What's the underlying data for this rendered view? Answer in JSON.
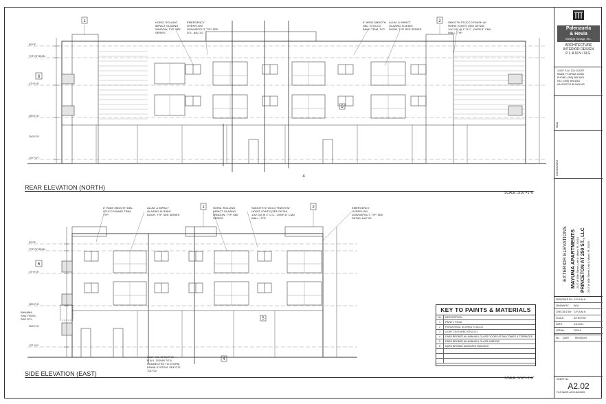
{
  "drawings": {
    "rear": {
      "title": "REAR ELEVATION (NORTH)",
      "scale": "SCALE: 3/16\"=1'-0\"",
      "tags": [
        "1",
        "2",
        "6",
        "4",
        "5"
      ],
      "notes": [
        "HORIZ. ROLLING IMPACT GLAZING WINDOW, TYP. SEE SERIES",
        "EMERGENCY OVERFLOW DOWNSPOUT, TYP. SEE DTL. 8/A7.02",
        "6\" WIDE SMOOTH DBL. STUCCO BAND TRIM, TYP.",
        "ALUM. & IMPACT GLAZING SLIDING DOOR, TYP. SEE SERIES",
        "SMOOTH STUCCO FINISH W/ HORIZ JOINTS (SEE DETAIL 1/A7.02) @ 4\" O.C., OVER 8\" CMU WALL, TYP."
      ],
      "levels": [
        "ROOF",
        "TOP OF BEAM",
        "4TH FLR.",
        "3RD FLR.",
        "2ND FLR.",
        "1ST FLR."
      ]
    },
    "side": {
      "title": "SIDE ELEVATION (EAST)",
      "scale": "SCALE: 3/16\"=1'-0\"",
      "tags": [
        "1",
        "2",
        "6",
        "4",
        "5"
      ],
      "notes": [
        "6\" WIDE SMOOTH DBL. STUCCO BAND TRIM, TYP.",
        "ALUM. & IMPACT GLAZING SLIDING DOOR, TYP. SEE SERIES",
        "HORIZ. ROLLING IMPACT GLAZING WINDOW, TYP. SEE SERIES",
        "SMOOTH STUCCO FINISH W/ HORIZ JOINTS (SEE DETAIL 1/A7.02) @ 4\" O.C., OVER 8\" CMU WALL, TYP.",
        "EMERGENCY OVERFLOW DOWNSPOUT, TYP. SEE DETAIL 8/A7.02",
        "BAHAMA SHUTTERS, SEE DTL.",
        "HALF W/L SPOUT W/ R.W.L. DOWN TO & CONNECTED TO STORM DRAIN SYSTEM. SEE DTL. 7/A7.02"
      ],
      "levels": [
        "ROOF",
        "TOP OF BEAM",
        "4TH FLR.",
        "3RD FLR.",
        "2ND FLR.",
        "1ST FLR."
      ]
    }
  },
  "key": {
    "title": "KEY TO PAINTS & MATERIALS",
    "header": [
      "No.",
      "DESCRIPTION"
    ],
    "rows": [
      [
        "1",
        "PAINT 1 FIELD"
      ],
      [
        "2",
        "HORIZONTAL SCORED STUCCO"
      ],
      [
        "3",
        "LIGHT TEXTURED STUCCO"
      ],
      [
        "4",
        "DARK BRONZE ALUMINUM & GLASS DOORS AT BALCONIES & TERRACES"
      ],
      [
        "5",
        "DARK BRONZE ALUMINUM & GLASS WINDOW"
      ],
      [
        "6",
        "DARK BRONZE ANODIZED RAILINGS"
      ],
      [
        "",
        ""
      ],
      [
        "",
        ""
      ],
      [
        "",
        ""
      ]
    ]
  },
  "titleblock": {
    "firm_line1": "Palenzuela",
    "firm_line2": "& Hevia",
    "firm_line3": "Design Group, Inc.",
    "services": [
      "ARCHITECTURE",
      "INTERIOR DESIGN",
      "PLANNING"
    ],
    "address": [
      "12007 S.W. 133 COURT",
      "MIAMI, FLORIDA 33186",
      "PHONE: (305) 969-5001",
      "FAX: (305) 969-5002",
      "AA-0003713 IB-0001090"
    ],
    "seal_label": "SEAL",
    "consultant_label": "CONSULTANT",
    "sheet_title": "EXTERIOR ELEVATIONS",
    "project_name": "MAYUMA APARTMENTS",
    "project_address": "2447 W 80th Street, Unit 6, Miami, FL 33016",
    "owner": "PRINCETON AT 250 ST., LLC",
    "owner_address": "2447 W 80th Street, Unit 6, Miami, FL 33016",
    "info": [
      [
        "DESIGNED BY:",
        "G.P./A.M.H."
      ],
      [
        "DRAWN BY:",
        "W.M."
      ],
      [
        "CHECKED BY:",
        "G.P./A.M.H."
      ],
      [
        "SCALE:",
        "AS NOTED"
      ],
      [
        "DATE:",
        "5-6-2024"
      ],
      [
        "JOB No.:",
        "2024-6"
      ]
    ],
    "revision_header": [
      "No.",
      "DATE",
      "REVISION"
    ],
    "sheet_no_label": "SHEET No.",
    "sheet_no": "A2.02",
    "file_name": "FILE NAME: A2.02-MA.DWG"
  }
}
